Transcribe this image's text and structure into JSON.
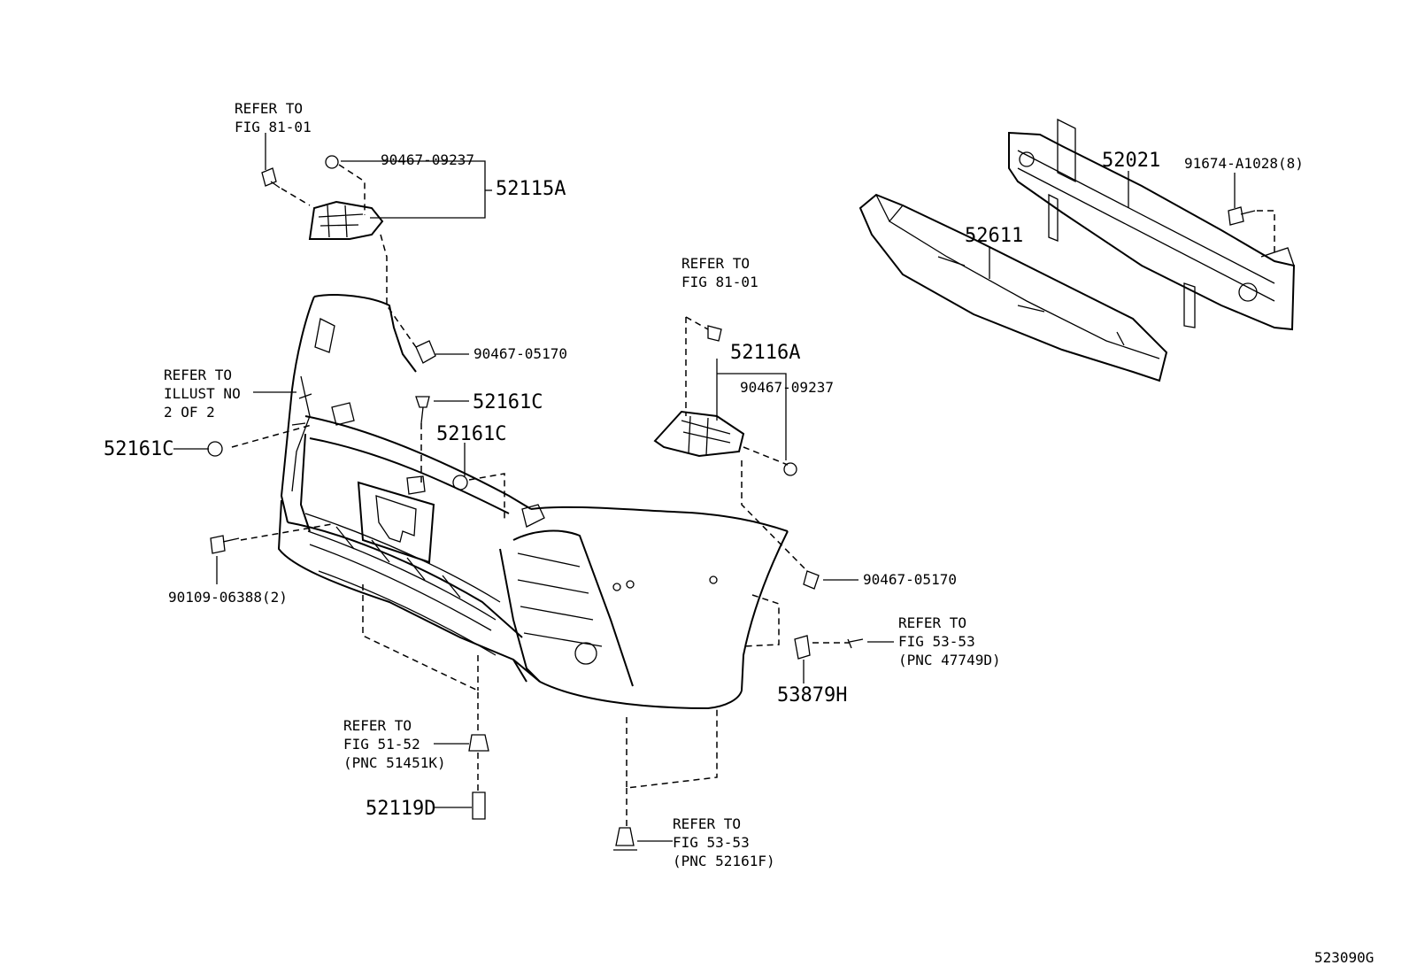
{
  "diagram_id": "523090G",
  "labels": {
    "p52115A": "52115A",
    "p90467_09237_a": "90467-09237",
    "p90467_05170_a": "90467-05170",
    "p52161C_a": "52161C",
    "p52161C_b": "52161C",
    "p52161C_c": "52161C",
    "p90109_06388": "90109-06388(2)",
    "p52116A": "52116A",
    "p90467_09237_b": "90467-09237",
    "p90467_05170_b": "90467-05170",
    "p53879H": "53879H",
    "p52119D": "52119D",
    "p52021": "52021",
    "p52611": "52611",
    "p91674": "91674-A1028(8)"
  },
  "refs": {
    "ref_fig81_left": [
      "REFER TO",
      "FIG 81-01"
    ],
    "ref_fig81_right": [
      "REFER TO",
      "FIG 81-01"
    ],
    "ref_illust": [
      "REFER TO",
      "ILLUST NO",
      "2 OF 2"
    ],
    "ref_fig5152": [
      "REFER TO",
      "FIG 51-52",
      "(PNC 51451K)"
    ],
    "ref_fig5353_a": [
      "REFER TO",
      "FIG 53-53",
      "(PNC 47749D)"
    ],
    "ref_fig5353_b": [
      "REFER TO",
      "FIG 53-53",
      "(PNC 52161F)"
    ]
  }
}
